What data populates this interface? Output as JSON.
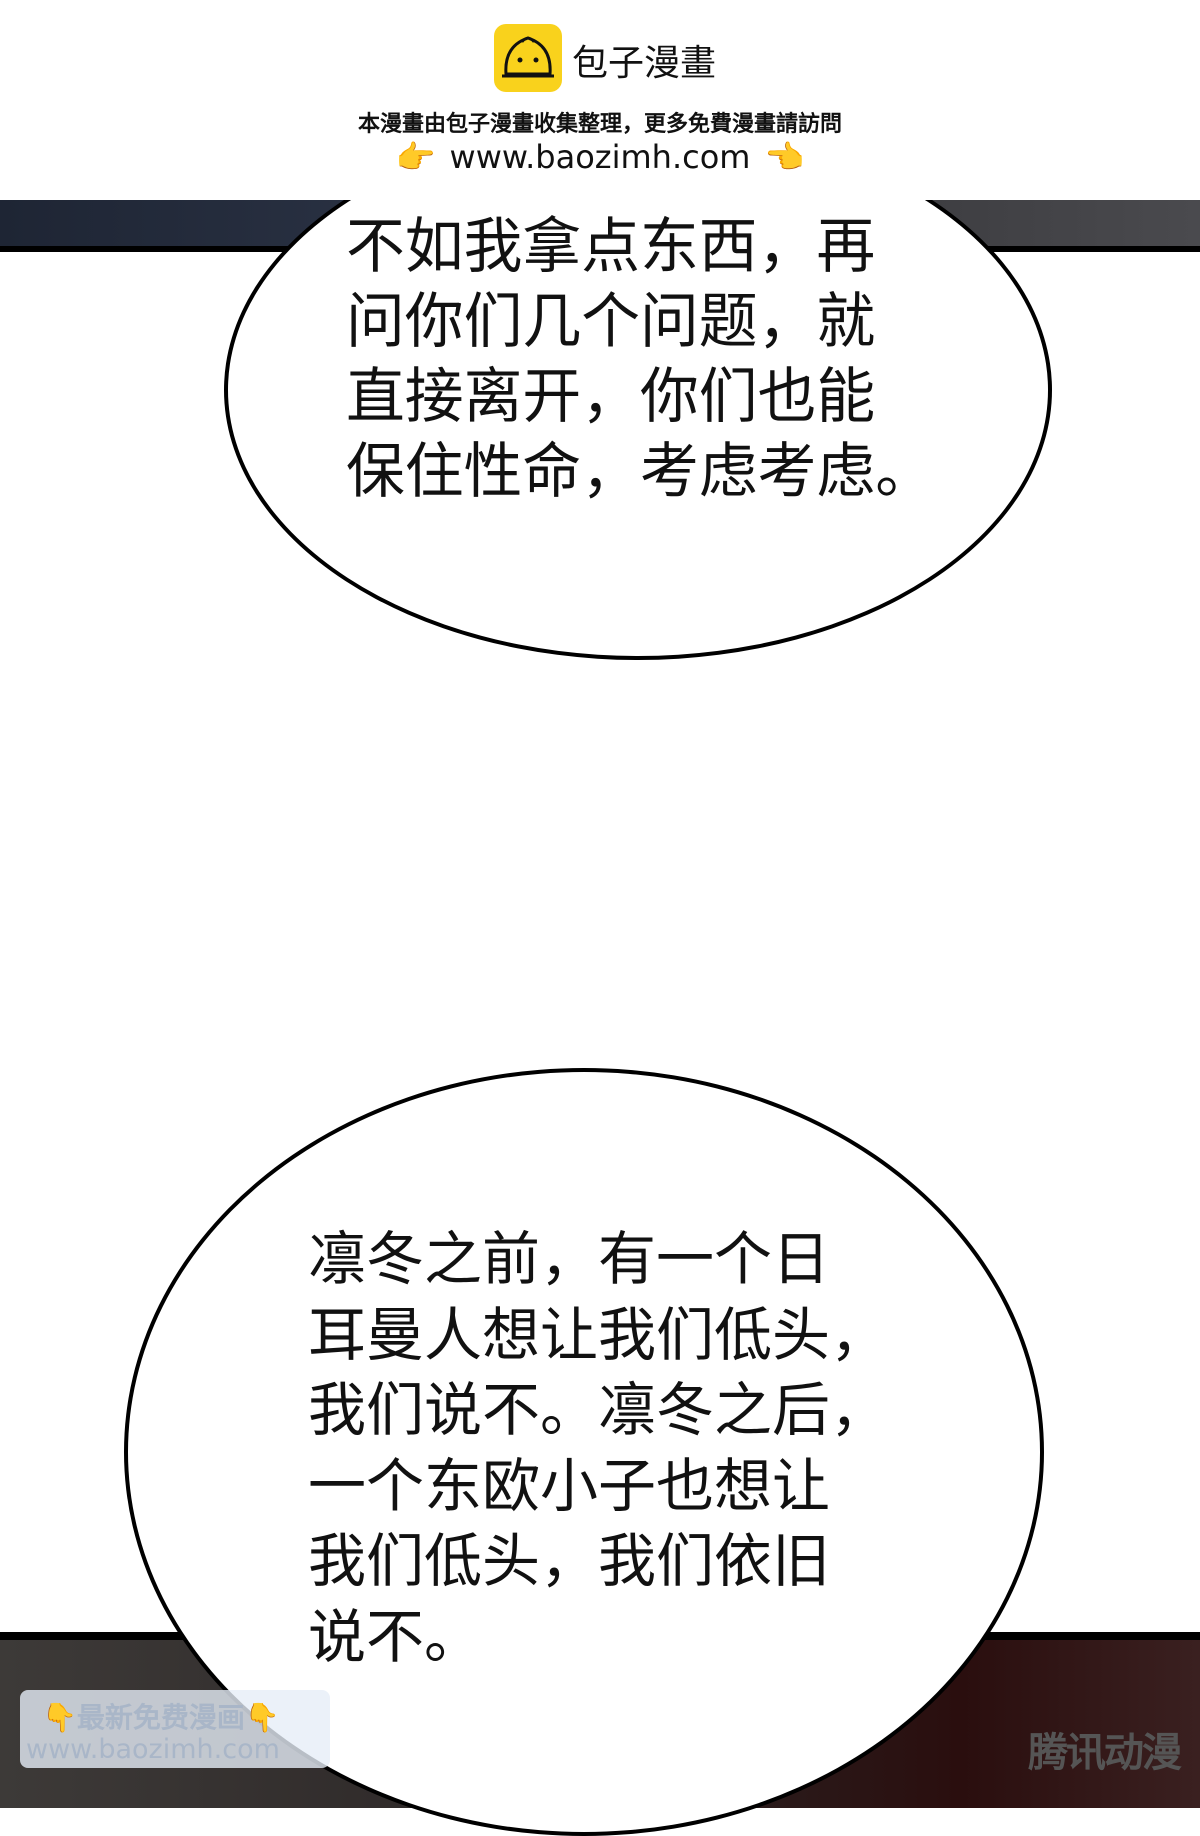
{
  "header": {
    "brand": "包子漫畫",
    "notice": "本漫畫由包子漫畫收集整理，更多免費漫畫請訪問",
    "url": "www.baozimh.com",
    "hand_left": "👉",
    "hand_right": "👈",
    "logo_color": "#f9d21c"
  },
  "bubbles": [
    {
      "text": "不如我拿点东西，再\n问你们几个问题，就\n直接离开，你们也能\n保住性命，考虑考虑。"
    },
    {
      "text": "凛冬之前，有一个日\n耳曼人想让我们低头，\n我们说不。凛冬之后，\n一个东欧小子也想让\n我们低头，我们依旧\n说不。"
    }
  ],
  "watermark": {
    "line1": "👇最新免费漫画👇",
    "line2": "www.baozimh.com",
    "corner": "腾讯动漫"
  }
}
